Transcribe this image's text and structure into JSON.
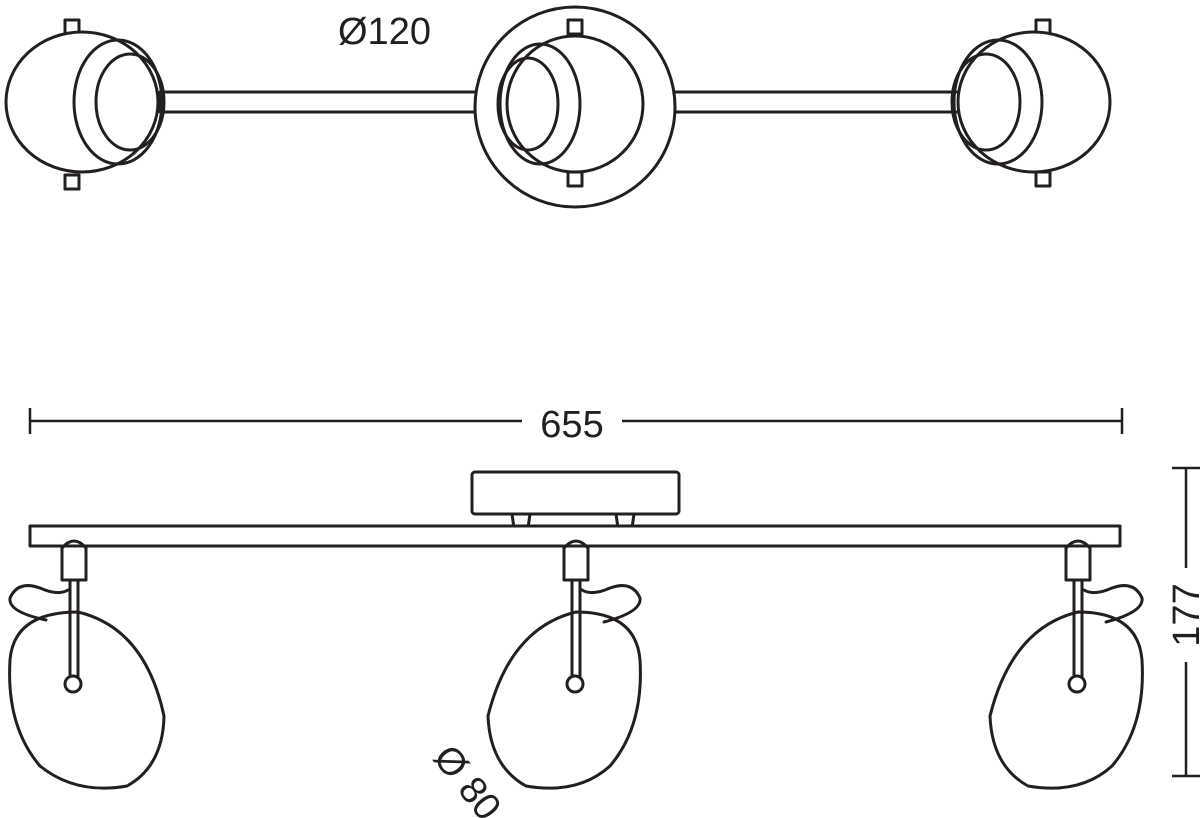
{
  "drawing": {
    "stroke_color": "#231f20",
    "background_color": "#ffffff",
    "top_view": {
      "canopy_diameter_label": "Ø120",
      "spot_count": 3
    },
    "side_view": {
      "overall_width_label": "655",
      "overall_height_label": "177",
      "shade_diameter_label": "Ø 80",
      "spot_count": 3
    }
  }
}
